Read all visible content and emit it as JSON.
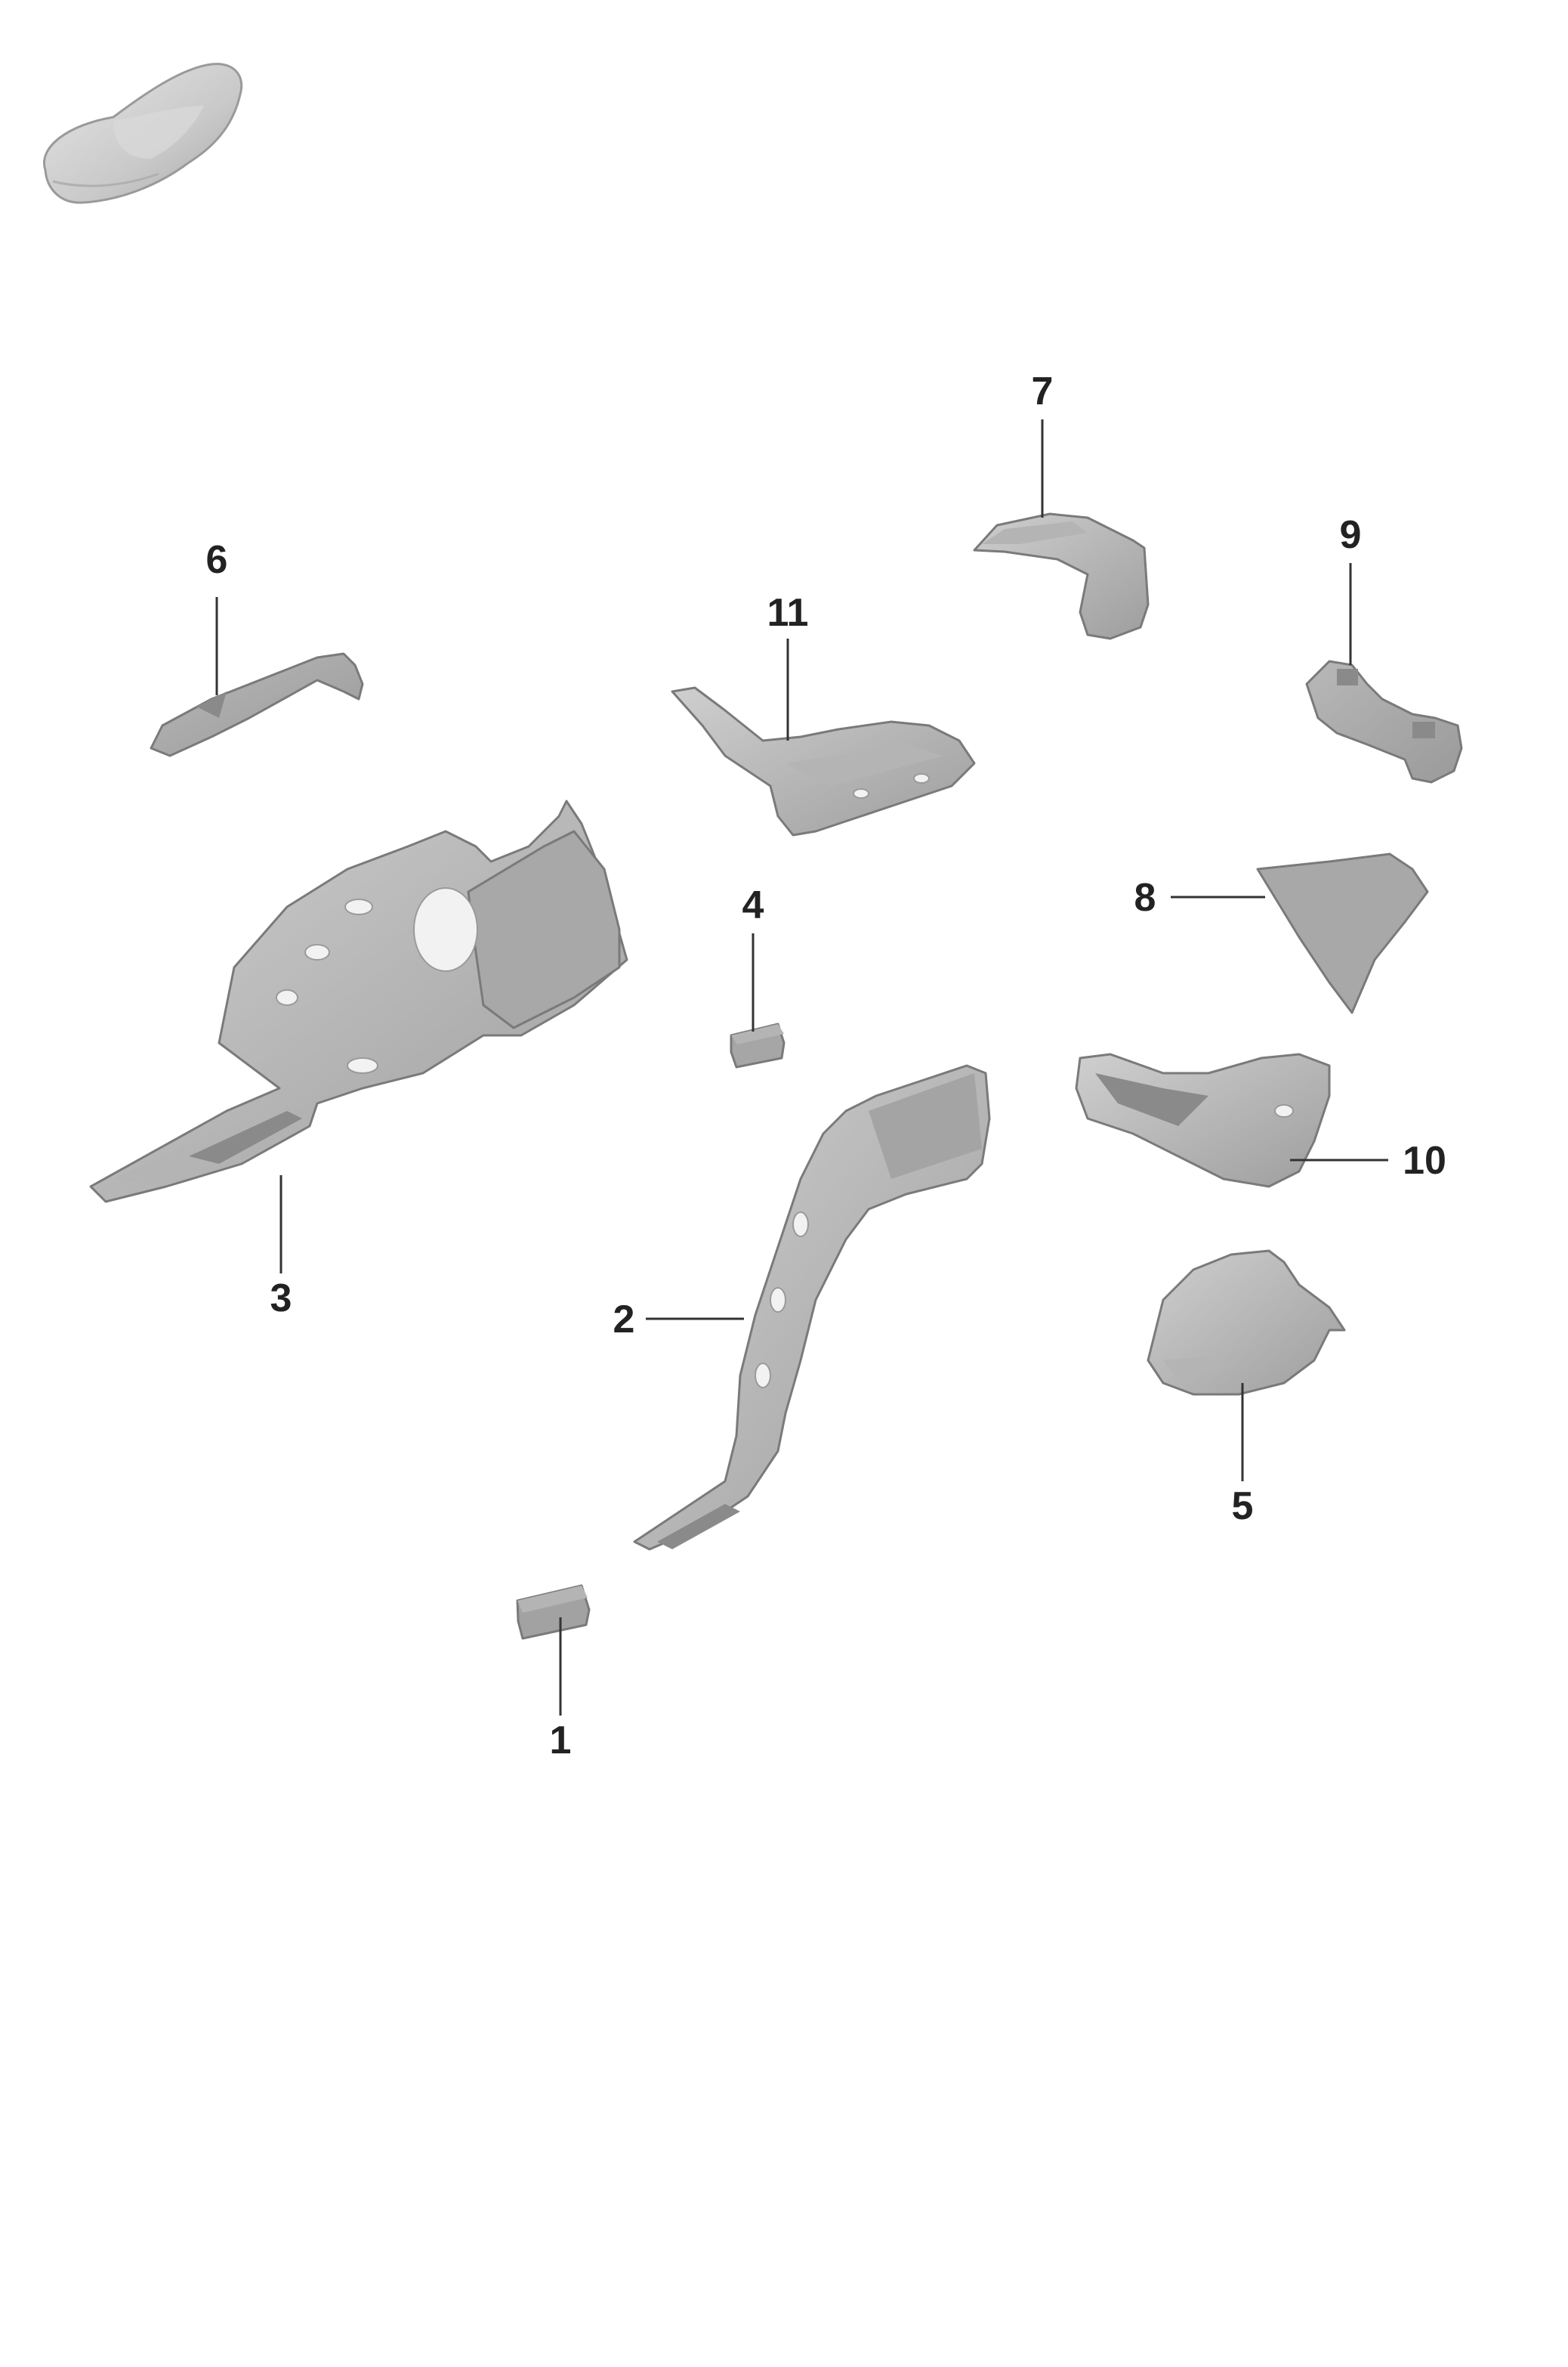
{
  "diagram": {
    "callouts": [
      {
        "id": "1",
        "label": "1"
      },
      {
        "id": "2",
        "label": "2"
      },
      {
        "id": "3",
        "label": "3"
      },
      {
        "id": "4",
        "label": "4"
      },
      {
        "id": "5",
        "label": "5"
      },
      {
        "id": "6",
        "label": "6"
      },
      {
        "id": "7",
        "label": "7"
      },
      {
        "id": "8",
        "label": "8"
      },
      {
        "id": "9",
        "label": "9"
      },
      {
        "id": "10",
        "label": "10"
      },
      {
        "id": "11",
        "label": "11"
      }
    ]
  },
  "colors": {
    "part_fill": "#a3a3a3",
    "part_light": "#c4c4c4",
    "part_dark": "#8a8a8a",
    "line": "#333333",
    "text": "#222222"
  },
  "icons": {
    "car_thumbnail": "car-silhouette-icon"
  }
}
